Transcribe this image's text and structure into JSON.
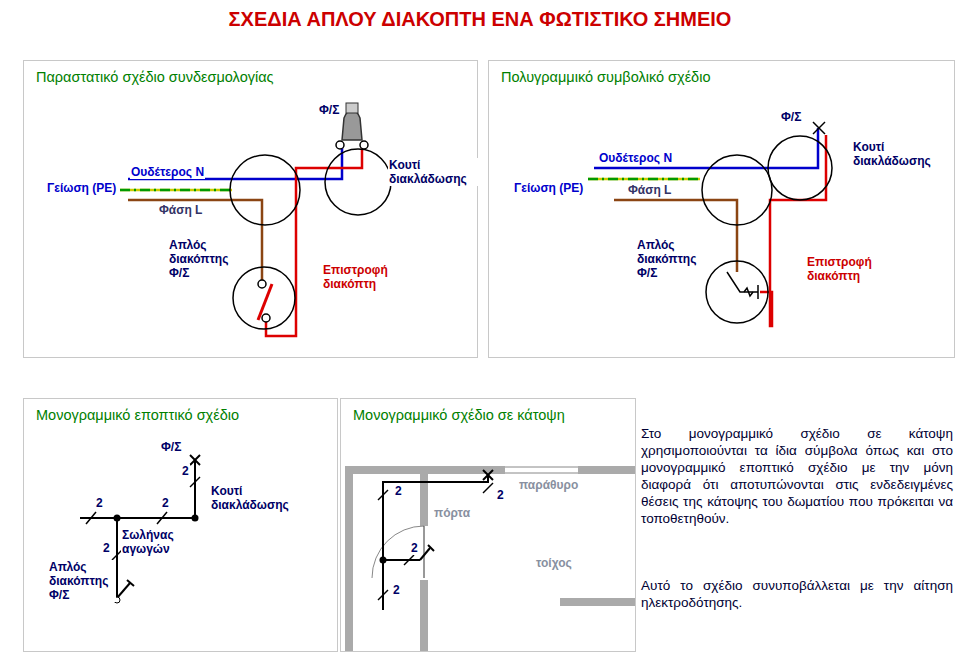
{
  "diagram": {
    "title": "ΣΧΕΔΙΑ ΑΠΛΟΥ ΔΙΑΚΟΠΤΗ ΕΝΑ ΦΩΤΙΣΤΙΚΟ ΣΗΜΕΙΟ",
    "nodes": [
      {
        "text": [
          "Παραστατικό σχέδιο συνδεσμολογίας"
        ]
      },
      {
        "text": [
          "Πολυγραμμικό συμβολικό σχέδιο"
        ]
      },
      {
        "text": [
          "Μονογραμμικό εποπτικό σχέδιο"
        ]
      },
      {
        "text": [
          "Μονογραμμικό σχέδιο σε κάτοψη"
        ]
      }
    ],
    "labels": [
      "Φ/Σ",
      "Ουδέτερος N",
      "Γείωση (PE)",
      "Φάση L",
      "Κουτί διακλάδωσης",
      "Απλός διακόπτης Φ/Σ",
      "Επιστροφή διακόπτη",
      "Φ/Σ",
      "Ουδέτερος N",
      "Γείωση (PE)",
      "Φάση L",
      "Κουτί διακλάδωσης",
      "Απλός διακόπτης Φ/Σ",
      "Επιστροφή διακόπτη",
      "Φ/Σ",
      "2",
      "2",
      "2",
      "Κουτί διακλάδωσης",
      "2",
      "Σωλήνας αγωγών",
      "Απλός διακόπτης Φ/Σ",
      "2",
      "πόρτα",
      "2",
      "παράθυρο",
      "2",
      "τοίχος",
      "2",
      "Στο μονογραμμικό σχέδιο σε κάτοψη χρησιμοποιούνται τα ίδια σύμβολα όπως και στο μονογραμμικό εποπτικό σχέδιο με την μόνη διαφορά ότι αποτυπώνονται στις ενδεδειγμένες θέσεις της κάτοψης του δωματίου που πρόκειται να τοποθετηθούν.",
      "Αυτό το σχέδιο συνυποβάλλεται με την αίτηση ηλεκτροδότησης."
    ]
  }
}
